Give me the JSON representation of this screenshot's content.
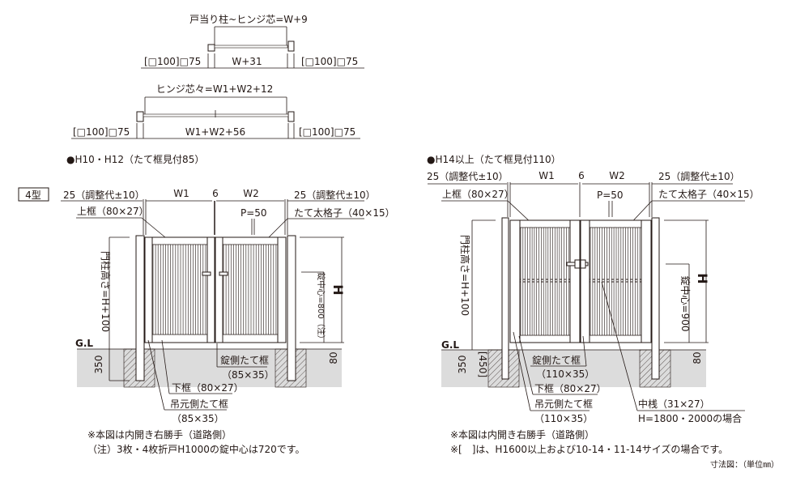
{
  "plan_single": {
    "title": "戸当り柱~ヒンジ芯=W+9",
    "left_post": "[□100]□75",
    "width": "W+31",
    "right_post": "[□100]□75"
  },
  "plan_double": {
    "title": "ヒンジ芯々=W1+W2+12",
    "left_post": "[□100]□75",
    "width": "W1+W2+56",
    "right_post": "[□100]□75"
  },
  "left_gate": {
    "heading": "●H10・H12（たて框見付85）",
    "type_badge": "4型",
    "adj_left": "25（調整代±10）",
    "w1": "W1",
    "gap": "6",
    "w2": "W2",
    "adj_right": "25（調整代±10）",
    "top_rail": "上框（80×27）",
    "pitch": "P=50",
    "bar": "たて太格子（40×15）",
    "post_height": "門柱高さ=H+100",
    "h": "H",
    "lock_center": "錠中心=800（注）",
    "gl": "G.L",
    "depth": "350",
    "embed": "80",
    "lock_stile": "錠側たて框",
    "lock_stile_size": "（85×35）",
    "bottom_rail": "下框（80×27）",
    "hinge_stile": "吊元側たて框",
    "hinge_stile_size": "（85×35）",
    "note1": "※本図は内開き右勝手（道路側）",
    "note2": "（注）3枚・4枚折戸H1000の錠中心は720です。"
  },
  "right_gate": {
    "heading": "●H14以上（たて框見付110）",
    "adj_left": "25（調整代±10）",
    "w1": "W1",
    "gap": "6",
    "w2": "W2",
    "adj_right": "25（調整代±10）",
    "top_rail": "上框（80×27）",
    "pitch": "P=50",
    "bar": "たて太格子（40×15）",
    "post_height": "門柱高さ=H+100",
    "h": "H",
    "lock_center": "錠中心=900",
    "gl": "G.L",
    "depth": "350",
    "depth_alt": "[450]",
    "embed": "80",
    "lock_stile": "錠側たて框",
    "lock_stile_size": "（110×35）",
    "bottom_rail": "下框（80×27）",
    "hinge_stile": "吊元側たて框",
    "hinge_stile_size": "（110×35）",
    "mid_rail": "中桟（31×27）",
    "mid_rail_note": "H=1800・2000の場合",
    "note1": "※本図は内開き右勝手（道路側）",
    "note2": "※[　]は、H1600以上および10-14・11-14サイズの場合です。",
    "unit": "寸法図：（単位㎜）"
  }
}
